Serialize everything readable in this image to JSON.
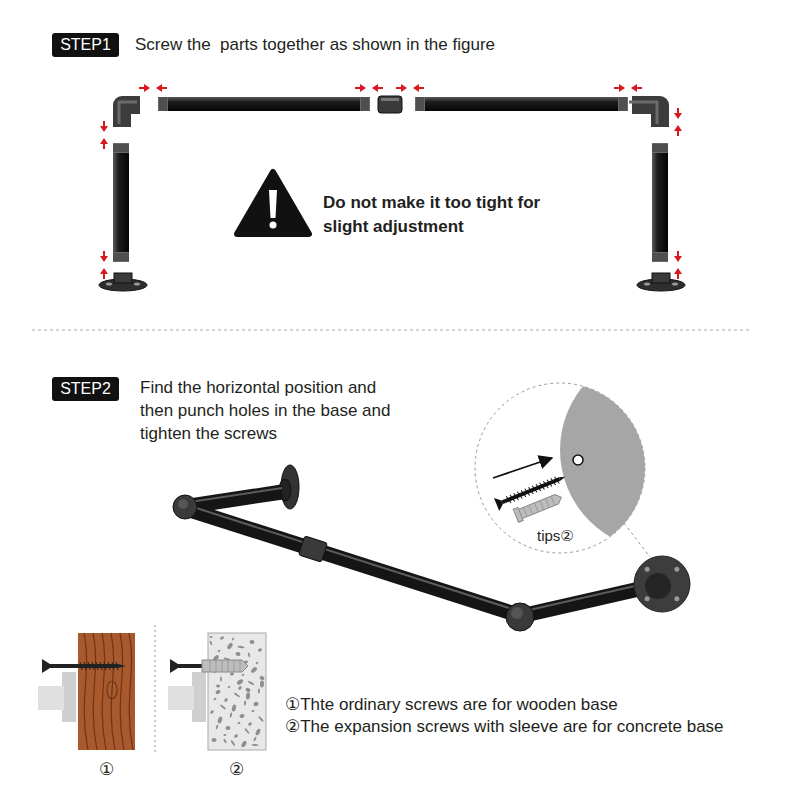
{
  "diagram": {
    "nodes": [
      {
        "text": [
          "STEP1"
        ]
      },
      {
        "text": [
          "STEP2"
        ]
      }
    ],
    "labels": [
      "Screw the  parts together as shown in the figure",
      "Do not make it too tight for slight adjustment",
      "Find the horizontal position and then punch holes in the base and tighten the screws",
      "tips②",
      "①",
      "②",
      "①Thte ordinary screws are for wooden base",
      "②The expansion screws with sleeve are for concrete base"
    ]
  }
}
